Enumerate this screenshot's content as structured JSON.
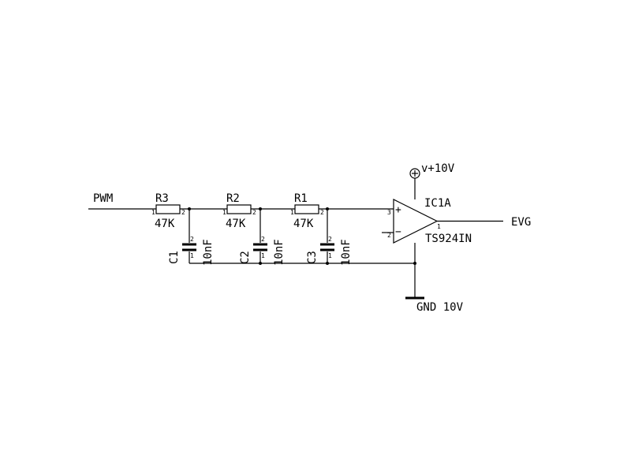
{
  "nets": {
    "input": "PWM",
    "output": "EVG",
    "supply": "v+10V",
    "ground": "GND 10V"
  },
  "resistors": [
    {
      "ref": "R3",
      "value": "47K"
    },
    {
      "ref": "R2",
      "value": "47K"
    },
    {
      "ref": "R1",
      "value": "47K"
    }
  ],
  "capacitors": [
    {
      "ref": "C1",
      "value": "10nF"
    },
    {
      "ref": "C2",
      "value": "10nF"
    },
    {
      "ref": "C3",
      "value": "10nF"
    }
  ],
  "opamp": {
    "ref": "IC1A",
    "part": "TS924IN",
    "plus_sign": "+",
    "minus_sign": "−"
  },
  "pins": {
    "one": "1",
    "two": "2",
    "three": "3"
  }
}
